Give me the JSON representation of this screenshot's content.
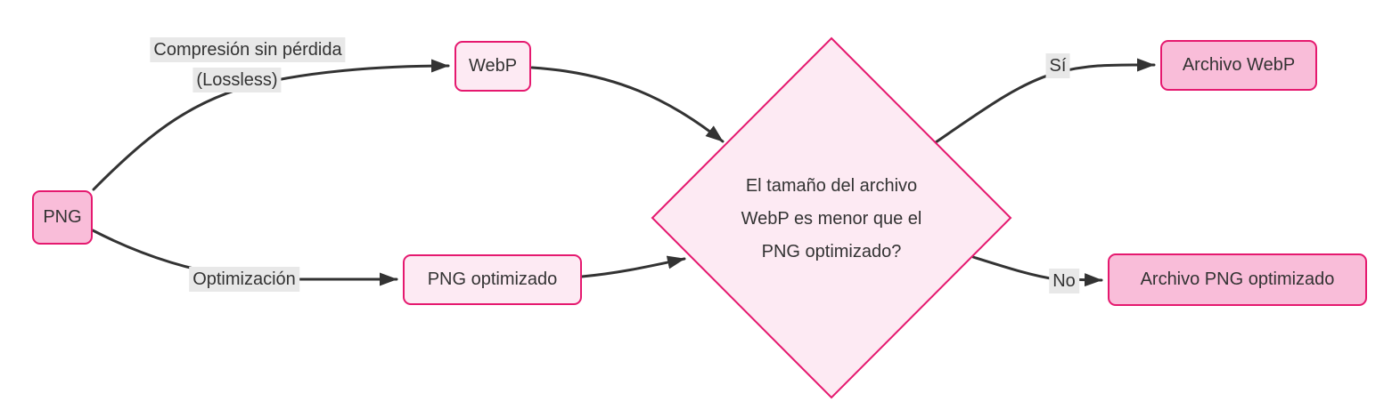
{
  "diagram": {
    "type": "flowchart",
    "nodes": {
      "png": {
        "label": "PNG"
      },
      "webp": {
        "label": "WebP"
      },
      "png_optimizado": {
        "label": "PNG optimizado"
      },
      "decision": {
        "label": "El tamaño del archivo WebP es menor que el PNG optimizado?",
        "lines": [
          "El tamaño del archivo",
          "WebP es menor que el",
          "PNG optimizado?"
        ]
      },
      "archivo_webp": {
        "label": "Archivo WebP"
      },
      "archivo_png_optimizado": {
        "label": "Archivo PNG optimizado"
      }
    },
    "edge_labels": {
      "lossless": {
        "lines": [
          "Compresión sin pérdida",
          "(Lossless)"
        ]
      },
      "optimizacion": {
        "label": "Optimización"
      },
      "si": {
        "label": "Sí"
      },
      "no": {
        "label": "No"
      }
    },
    "colors": {
      "node_fill": "#f9bdd9",
      "node_fill_light": "#fdeaf3",
      "node_stroke": "#e5196f",
      "edge": "#333333",
      "text": "#333333",
      "label_bg": "#e8e8e8"
    }
  }
}
